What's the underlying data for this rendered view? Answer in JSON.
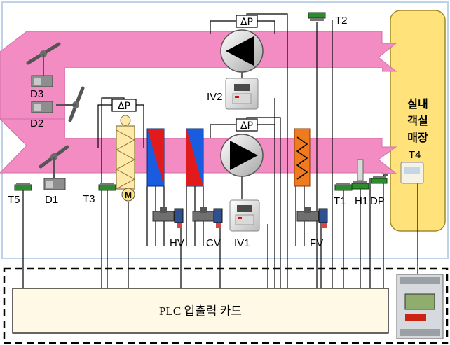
{
  "diagram": {
    "room_label": [
      "실내",
      "객실",
      "매장"
    ],
    "plc_label": "PLC 입출력 카드",
    "delta_p": "ΔP",
    "motor": "M",
    "sensors": {
      "t1": "T1",
      "t2": "T2",
      "t3": "T3",
      "t4": "T4",
      "t5": "T5",
      "h1": "H1",
      "dp": "DP"
    },
    "dampers": {
      "d1": "D1",
      "d2": "D2",
      "d3": "D3"
    },
    "inverters": {
      "iv1": "IV1",
      "iv2": "IV2"
    },
    "valves": {
      "hv": "HV",
      "cv": "CV",
      "fv": "FV"
    },
    "colors": {
      "duct": "#f48cc4",
      "room": "#ffe37a",
      "heating_coil": "#e11b1b",
      "cooling_coil": "#1a5ce0",
      "humidifier": "#f07a1e",
      "filter": "#ffe9a8",
      "frame": "#bcd3ea"
    }
  }
}
